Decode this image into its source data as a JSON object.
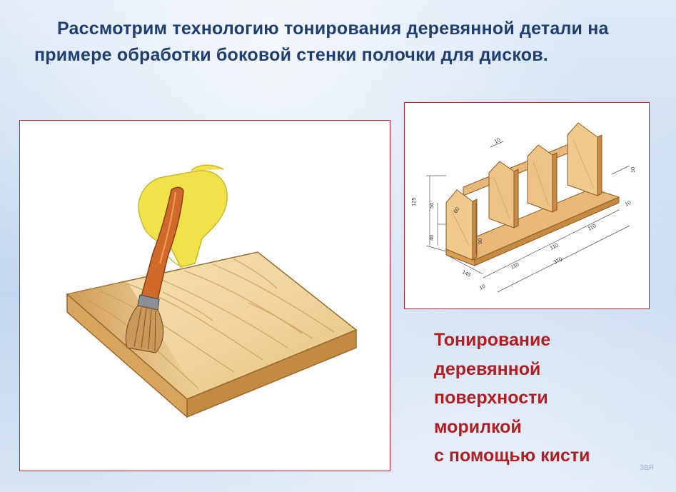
{
  "heading": "Рассмотрим технологию тонирования деревянной детали на примере обработки боковой стенки полочки для дисков.",
  "caption_lines": [
    "Тонирование",
    "деревянной",
    "поверхности",
    "морилкой",
    "с помощью кисти"
  ],
  "author_mark": "ЗВЯ",
  "drawing_dimensions": {
    "d10_top": "10",
    "d10_right": "10",
    "d125": "125",
    "d50": "50",
    "d40": "40",
    "d60": "60",
    "d90": "90",
    "d145": "145",
    "d110_a": "110",
    "d110_b": "110",
    "d110_c": "110",
    "d370": "370",
    "d10_left": "10",
    "d10_bottom": "10"
  },
  "colors": {
    "heading": "#1f3f73",
    "caption": "#b01e24",
    "frame_border": "#c0202a",
    "wood_light": "#f1d9a4",
    "wood_dark": "#b8863f",
    "brush_handle": "#d06a2a",
    "glove": "#f2e24a"
  }
}
